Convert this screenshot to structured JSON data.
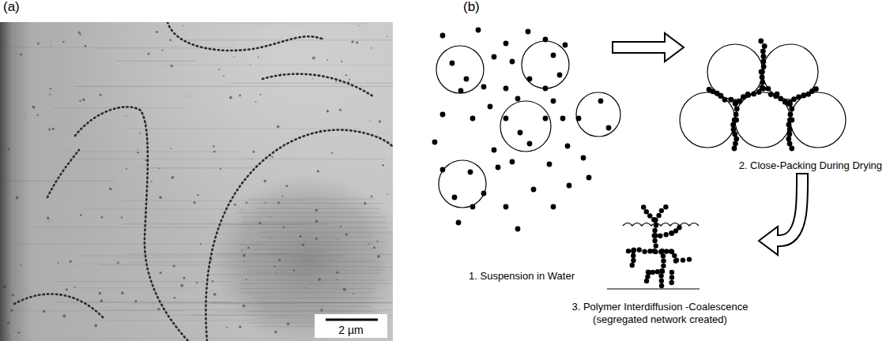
{
  "diagram": {
    "nodes": [
      {
        "text": [
          "1. Suspension in Water"
        ]
      },
      {
        "text": [
          "2. Close-Packing During Drying"
        ]
      },
      {
        "text": [
          "3. Polymer Interdiffusion -Coalescence (segregated network created)"
        ]
      }
    ],
    "edges": [
      {
        "from": 0,
        "to": 1,
        "arrow": "to"
      },
      {
        "from": 1,
        "to": 2,
        "arrow": "to"
      }
    ],
    "labels": [
      "(a)",
      "(b)",
      "2 µm"
    ]
  }
}
